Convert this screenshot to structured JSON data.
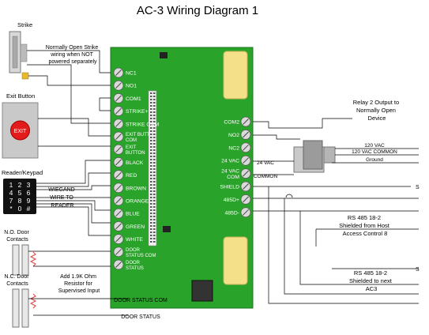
{
  "title": "AC-3 Wiring Diagram 1",
  "colors": {
    "board": "#29a329",
    "terminal": "#d9d9d9",
    "relay": "#f5e08a",
    "exit_button": "#e21b1b",
    "exit_plate": "#c9c9c9",
    "keypad": "#111111",
    "wire": "#000000",
    "resistor": "#e04040"
  },
  "devices": {
    "strike": "Strike",
    "exit_button": "Exit Button",
    "exit_label": "EXIT",
    "reader_keypad": "Reader/Keypad",
    "keypad_keys": [
      "1",
      "2",
      "3",
      "4",
      "5",
      "6",
      "7",
      "8",
      "9",
      "*",
      "0",
      "#"
    ],
    "no_door_contacts": [
      "N.O. Door",
      "Contacts"
    ],
    "nc_door_contacts": [
      "N.C. Door",
      "Contacts"
    ],
    "relay_block_icon": "relay-icon"
  },
  "notes": {
    "strike_note": [
      "Normally Open Strike",
      "wiring when NOT",
      "powered separately"
    ],
    "wiegand": [
      "WIEGAND",
      "WIRE TO",
      "READER"
    ],
    "resistor_note": [
      "Add 1.9K Ohm",
      "Resistor for",
      "Supervised Input"
    ],
    "relay2": [
      "Relay 2 Output to",
      "Normally Open",
      "Device"
    ],
    "rs485_host": [
      "RS 485 18-2",
      "Shielded from Host",
      "Access Control 8"
    ],
    "rs485_next": [
      "RS 485 18-2",
      "Shielded to next",
      "AC3"
    ]
  },
  "left_terminals": [
    [
      "NC1"
    ],
    [
      "NO1"
    ],
    [
      "COM1"
    ],
    [
      "STRIKE+"
    ],
    [
      "STRIKE COM"
    ],
    [
      "EXIT BUTT",
      "COM"
    ],
    [
      "EXIT",
      "BUTTON"
    ],
    [
      "BLACK"
    ],
    [
      "RED"
    ],
    [
      "BROWN"
    ],
    [
      "ORANGE"
    ],
    [
      "BLUE"
    ],
    [
      "GREEN"
    ],
    [
      "WHITE"
    ],
    [
      "DOOR",
      "STATUS COM"
    ],
    [
      "DOOR",
      "STATUS"
    ]
  ],
  "right_terminals": [
    [
      "COM2"
    ],
    [
      "NO2"
    ],
    [
      "NC2"
    ],
    [
      "24 VAC"
    ],
    [
      "24 VAC",
      "COM"
    ],
    [
      "SHIELD"
    ],
    [
      "485D+"
    ],
    [
      "485D-"
    ]
  ],
  "wire_labels": {
    "vac120": "120 VAC",
    "vac120_common": "120 VAC COMMON",
    "ground": "Ground",
    "vac24": "24 VAC",
    "common": "COMMON",
    "s_upper": "S",
    "s_lower": "S",
    "door_status_com": "DOOR STATUS COM",
    "door_status": "DOOR STATUS"
  }
}
